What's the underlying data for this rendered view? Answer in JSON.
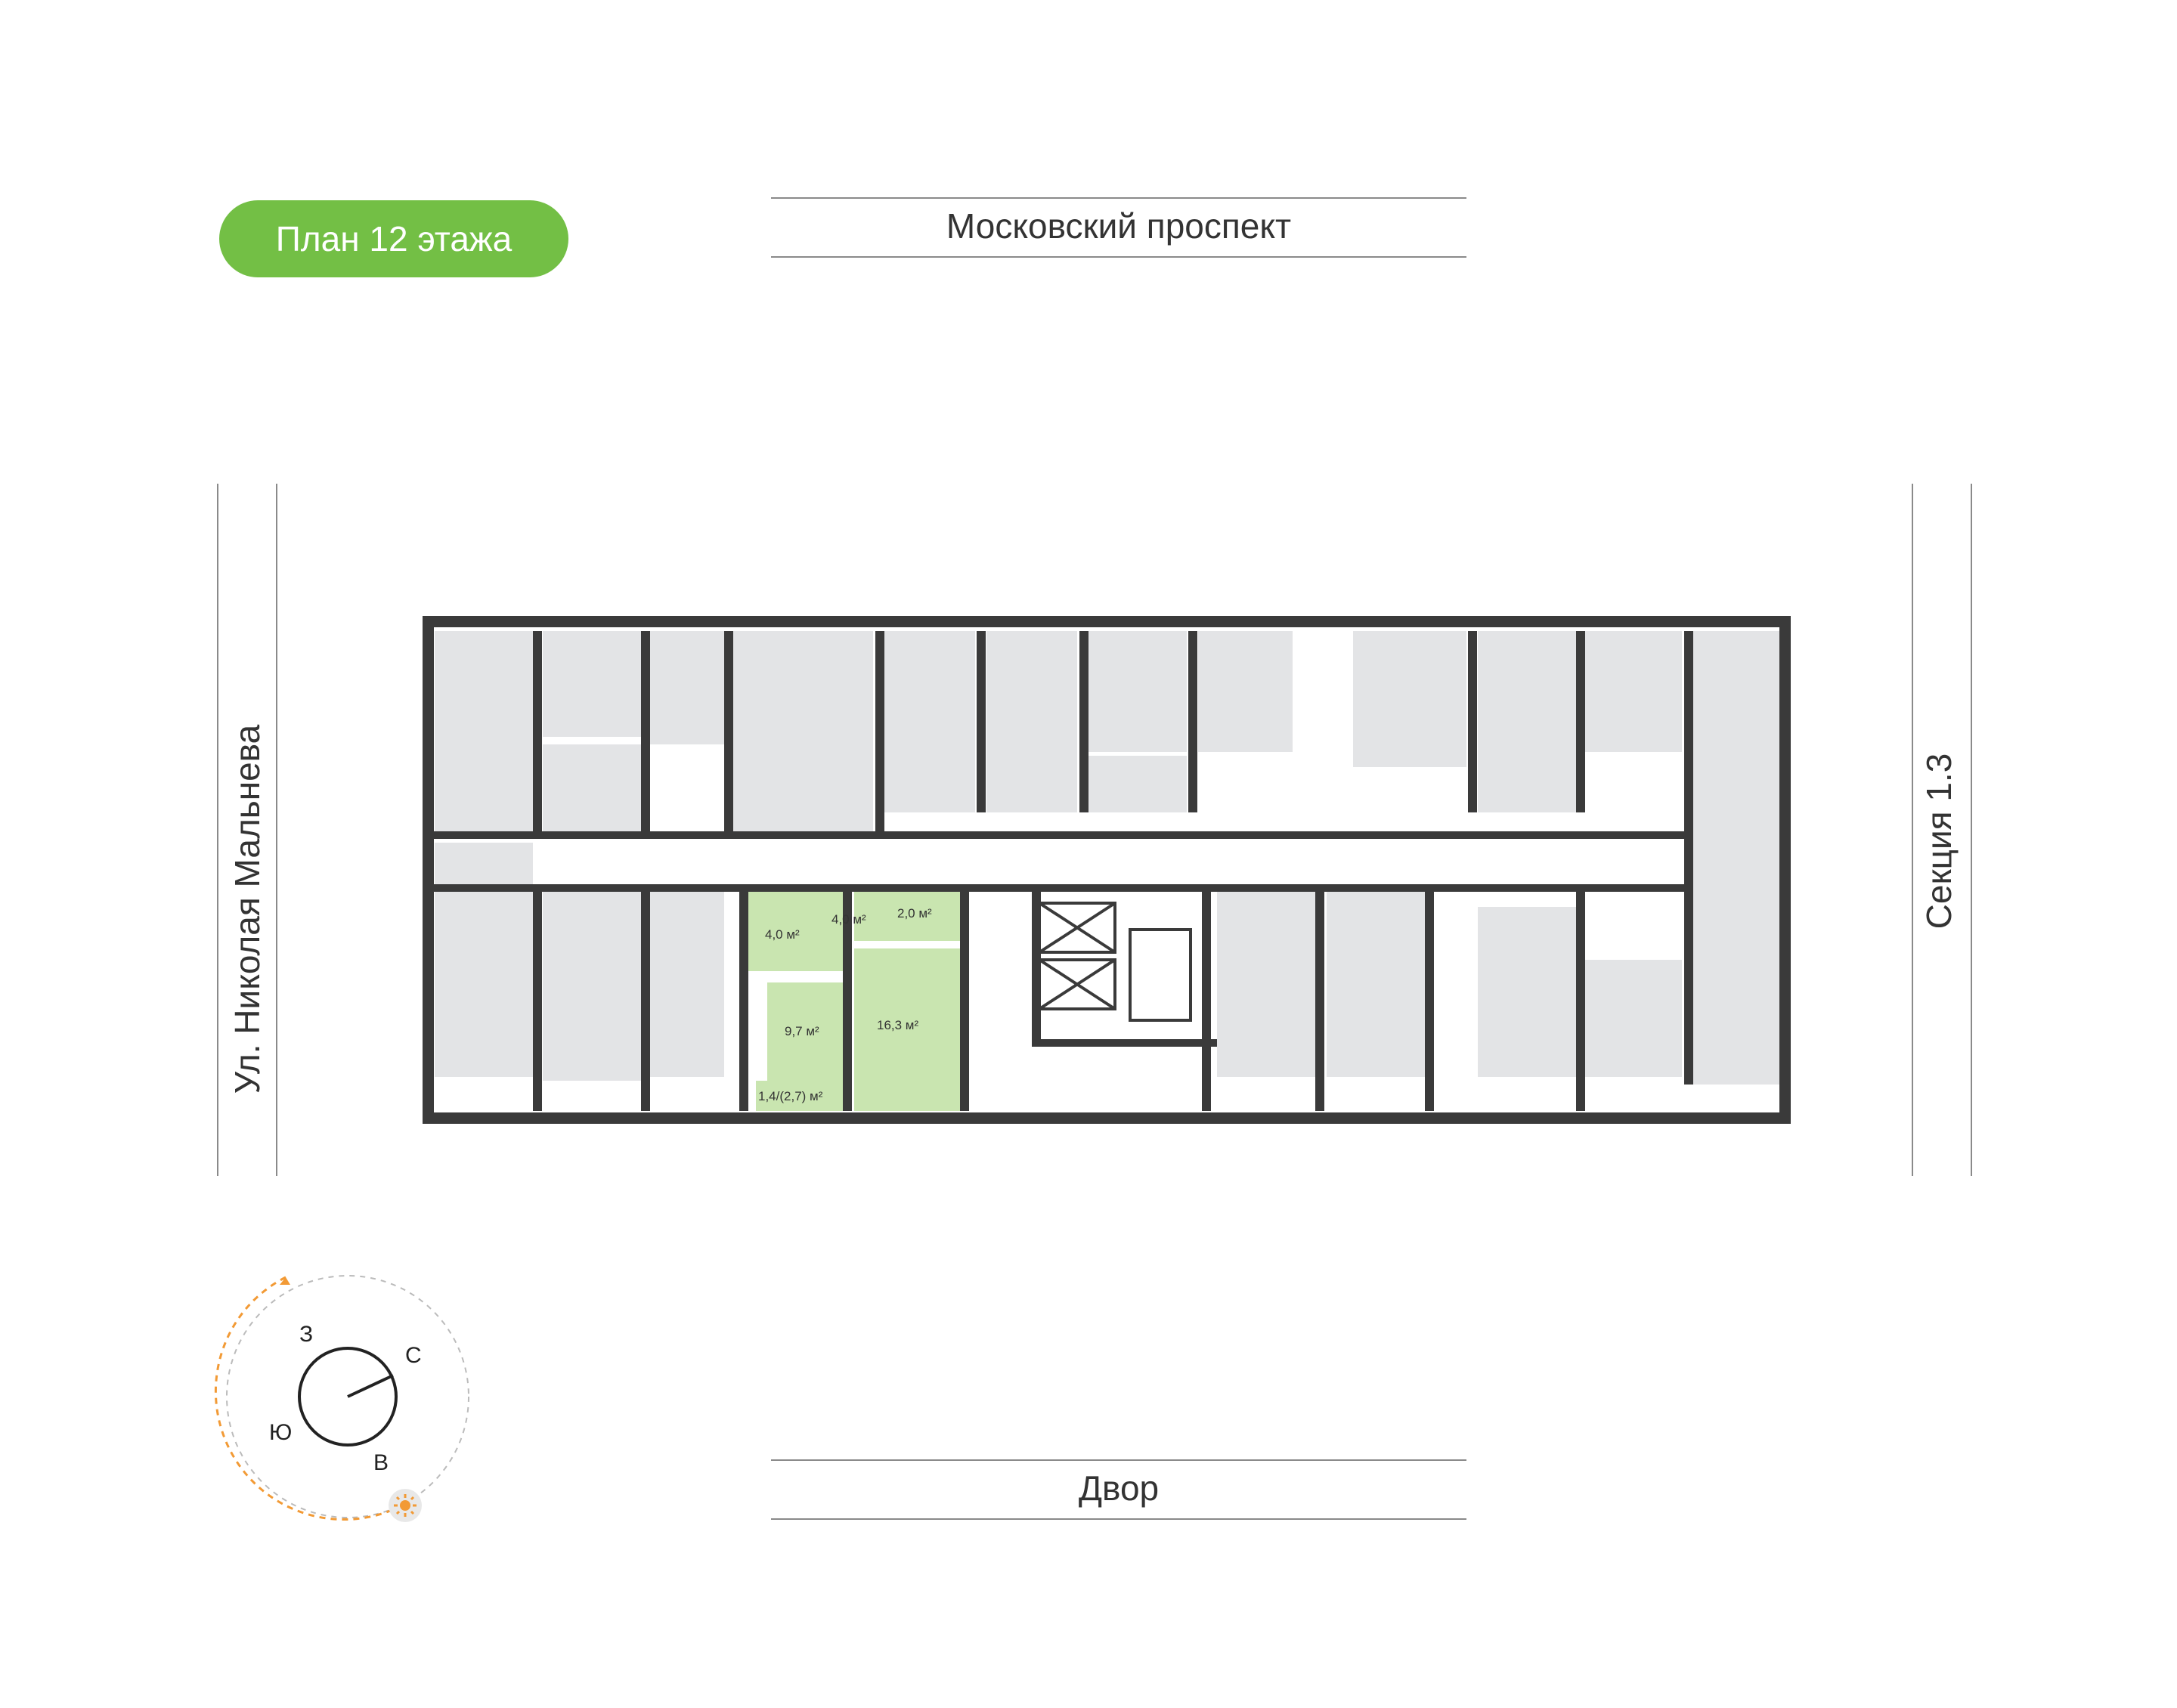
{
  "floor_badge": "План 12 этажа",
  "streets": {
    "top": "Московский проспект",
    "bottom": "Двор",
    "left": "Ул. Николая Мальнева",
    "right": "Секция 1.3"
  },
  "compass": {
    "west": "З",
    "north": "С",
    "south": "Ю",
    "east": "В",
    "sun_icon": "sun-icon"
  },
  "apartment_rooms": [
    {
      "id": "bathroom",
      "area": "4,0 м²"
    },
    {
      "id": "hallway",
      "area": "4,0 м²"
    },
    {
      "id": "storage",
      "area": "2,0 м²"
    },
    {
      "id": "kitchen",
      "area": "9,7 м²"
    },
    {
      "id": "living-room",
      "area": "16,3 м²"
    },
    {
      "id": "balcony",
      "area": "1,4/(2,7) м²"
    }
  ],
  "colors": {
    "accent": "#73bf45",
    "highlight_fill": "#c9e5b0",
    "wall": "#3a3a3a",
    "room_fill": "#e3e4e6",
    "text": "#333333"
  }
}
